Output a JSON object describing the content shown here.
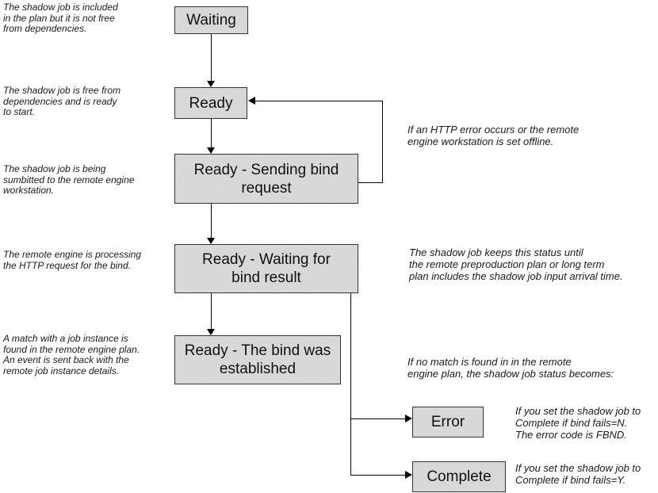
{
  "colors": {
    "background": "#ffffff",
    "box_fill": "#d9d9d9",
    "box_border": "#333333",
    "connector": "#000000",
    "text": "#1a1a1a"
  },
  "states": {
    "waiting": {
      "label": "Waiting"
    },
    "ready": {
      "label": "Ready"
    },
    "sending_bind": {
      "label": "Ready - Sending bind\nrequest"
    },
    "waiting_bind_result": {
      "label": "Ready - Waiting for\nbind result"
    },
    "bind_established": {
      "label": "Ready - The bind was\nestablished"
    },
    "error": {
      "label": "Error"
    },
    "complete": {
      "label": "Complete"
    }
  },
  "notes": {
    "waiting": "The shadow job is included\nin the plan but it is not free\nfrom dependencies.",
    "ready": "The shadow job is free from\ndependencies and is ready\nto start.",
    "sending_bind": "The shadow job is being\nsumbitted to the remote engine\nworkstation.",
    "waiting_bind_result": "The remote engine is processing\nthe HTTP request for the bind.",
    "bind_established": "A match with a job instance is\nfound in the remote engine plan.\nAn event is sent back with the\nremote job instance details.",
    "http_error": "If an HTTP error occurs or the remote\nengine workstation is set offline.",
    "keeps_status": "The shadow job keeps this status until\nthe remote preproduction plan or long term\nplan includes the shadow job input arrival time.",
    "no_match": "If no match is found in in the remote\nengine plan, the shadow job status becomes:",
    "error_note": "If you set the shadow job to\nComplete if bind fails=N.\nThe error code is FBND.",
    "complete_note": "If you set the shadow job to\nComplete if bind fails=Y."
  }
}
